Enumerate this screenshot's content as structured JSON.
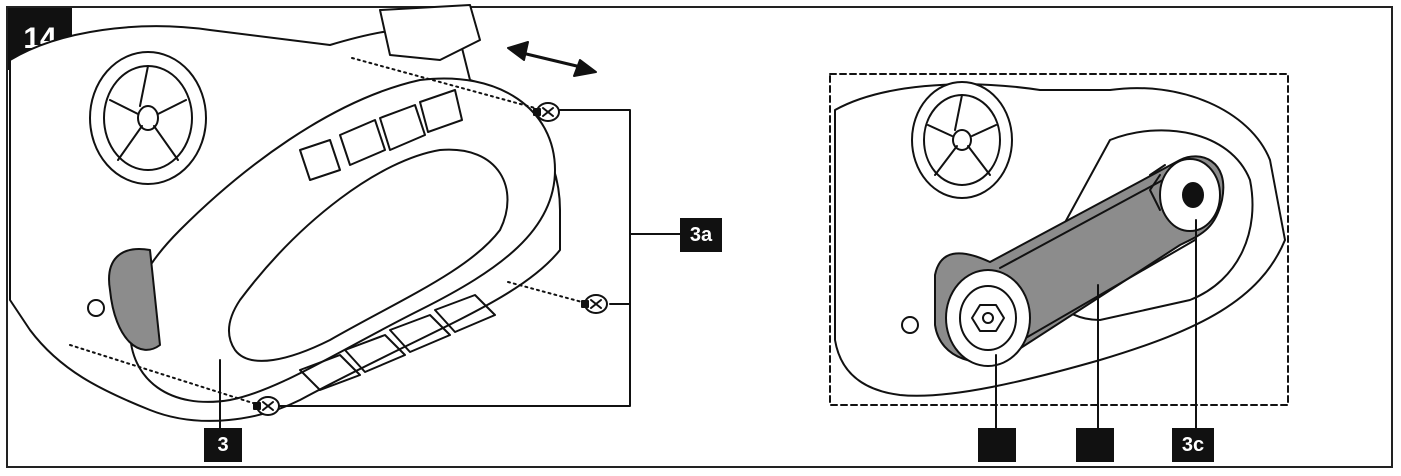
{
  "figure": {
    "number": "14",
    "callouts": {
      "label_3": "3",
      "label_3a": "3a",
      "label_3b_left": "",
      "label_3b_right": "",
      "label_3c": "3c"
    }
  },
  "colors": {
    "ink": "#111111",
    "belt_fill": "#8c8c8c",
    "background": "#ffffff"
  }
}
